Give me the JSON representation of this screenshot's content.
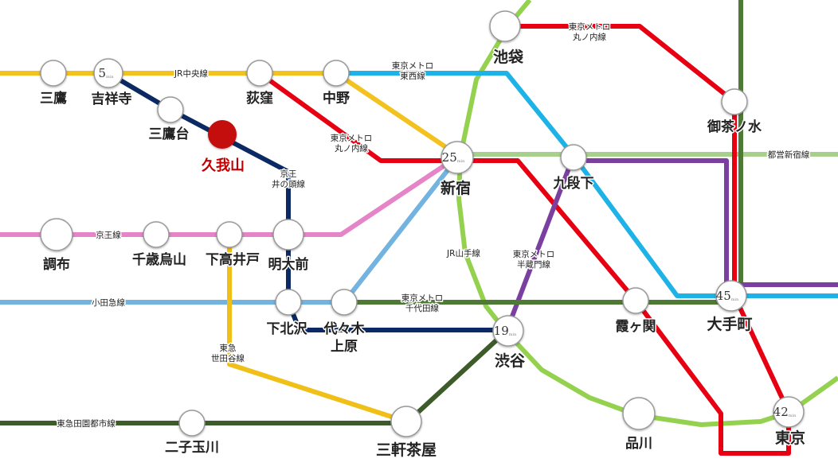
{
  "colors": {
    "chuo": "#f4c21e",
    "tozai": "#1eb3e6",
    "marunouchi": "#e60012",
    "inokashira": "#0b2a63",
    "keio": "#e584c6",
    "odakyu": "#72b3df",
    "chiyoda": "#4f7a36",
    "yamanote": "#94d14e",
    "hanzomon": "#7b3fa0",
    "shinjuku_line": "#a7d08c",
    "setagaya": "#f0c018",
    "denentoshi": "#3d5c2a",
    "mita": "#4f7a36",
    "home": "#c40d0d"
  },
  "stations": {
    "mitaka": "三鷹",
    "kichijoji": "吉祥寺",
    "mitakadai": "三鷹台",
    "kugayama": "久我山",
    "ogikubo": "荻窪",
    "nakano": "中野",
    "ikebukuro": "池袋",
    "ochanomizu": "御茶ノ水",
    "shinjuku": "新宿",
    "kudanshita": "九段下",
    "chofu": "調布",
    "chitosekarasuyama": "千歳烏山",
    "shimotakaido": "下高井戸",
    "meidaimae": "明大前",
    "shimokitazawa": "下北沢",
    "yoyogiuehara": "代々木上原",
    "shibuya": "渋谷",
    "kasumigaseki": "霞ヶ関",
    "otemachi": "大手町",
    "futakotamagawa": "二子玉川",
    "sangenjaya": "三軒茶屋",
    "shinagawa": "品川",
    "tokyo": "東京"
  },
  "lines": {
    "chuo": "JR中央線",
    "tozai": "東京メトロ\n東西線",
    "marunouchi_top": "東京メトロ\n丸ノ内線",
    "marunouchi_mid": "東京メトロ\n丸ノ内線",
    "inokashira": "京王\n井の頭線",
    "keio": "京王線",
    "odakyu": "小田急線",
    "chiyoda": "東京メトロ\n千代田線",
    "yamanote": "JR山手線",
    "hanzomon": "東京メトロ\n半蔵門線",
    "shinjuku_line": "都営新宿線",
    "setagaya": "東急\n世田谷線",
    "denentoshi": "東急田園都市線"
  },
  "times": {
    "kichijoji": "5",
    "shinjuku": "25",
    "shibuya": "19",
    "otemachi": "45",
    "tokyo": "42",
    "unit": "min"
  }
}
